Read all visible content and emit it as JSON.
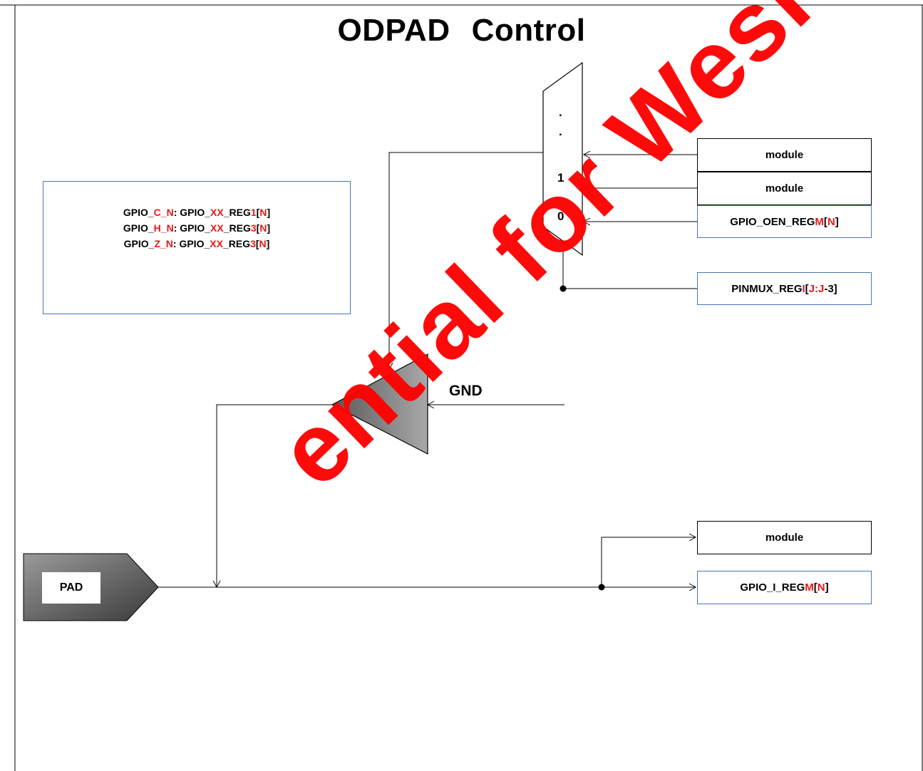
{
  "title": [
    "ODPAD",
    "Control"
  ],
  "legend": [
    {
      "p1": "GPIO_",
      "r1": "C_N",
      "p2": ": GPIO_",
      "r2": "XX",
      "p3": "_REG",
      "r3": "1",
      "p4": "[",
      "r4": "N",
      "p5": "]"
    },
    {
      "p1": "GPIO_",
      "r1": "H_N",
      "p2": ": GPIO_",
      "r2": "XX",
      "p3": "_REG",
      "r3": "3",
      "p4": "[",
      "r4": "N",
      "p5": "]"
    },
    {
      "p1": "GPIO_",
      "r1": "Z_N",
      "p2": ": GPIO_",
      "r2": "XX",
      "p3": "_REG",
      "r3": "3",
      "p4": "[",
      "r4": "N",
      "p5": "]"
    }
  ],
  "mux": {
    "dot1": ".",
    "dot2": ".",
    "input1": "1",
    "input0": "0"
  },
  "boxes": {
    "module_top": "module",
    "module_mid": "module",
    "oen": {
      "a": "GPIO_OEN_REG",
      "b": "M",
      "c": "[",
      "d": "N",
      "e": "]"
    },
    "pinmux": {
      "a": "PINMUX_REG",
      "b": "I",
      "c": "[",
      "d": "J:J",
      "e": "-3]"
    },
    "module_bottom": "module",
    "gpio_i": {
      "a": "GPIO_I_REG",
      "b": "M",
      "c": "[",
      "d": "N",
      "e": "]"
    }
  },
  "gnd": "GND",
  "pad": "PAD",
  "watermark": "ential for Wesion!",
  "colors": {
    "highlight": "#e81818",
    "box_border_blue": "#4a74b8",
    "watermark": "#ff0000"
  }
}
